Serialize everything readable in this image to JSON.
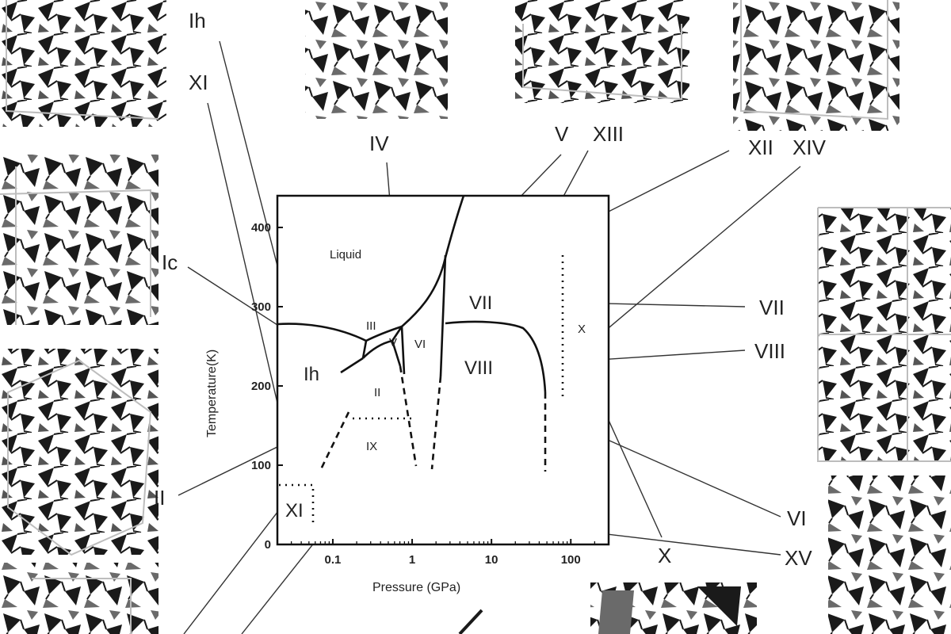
{
  "chart_data": {
    "type": "phase-diagram",
    "xlabel": "Pressure (GPa)",
    "ylabel": "Temperature(K)",
    "x_scale": "log",
    "x_ticks": [
      "0.1",
      "1",
      "10",
      "100"
    ],
    "y_ticks": [
      "0",
      "100",
      "200",
      "300",
      "400"
    ],
    "xlim": [
      0.02,
      300
    ],
    "ylim": [
      0,
      440
    ],
    "region_labels": [
      "Liquid",
      "III",
      "V",
      "VI",
      "II",
      "IX",
      "X",
      "VII",
      "VIII",
      "Ih",
      "XI"
    ]
  },
  "callouts": [
    "Ih",
    "XI",
    "IV",
    "V",
    "XIII",
    "XII",
    "XIV",
    "Ic",
    "VII",
    "VIII",
    "II",
    "VI",
    "XV",
    "X"
  ],
  "colors": {
    "line": "#111111",
    "leader": "#333333",
    "structure_dark": "#1a1a1a",
    "structure_mid": "#5a5a5a",
    "cell": "#bdbdbd"
  }
}
